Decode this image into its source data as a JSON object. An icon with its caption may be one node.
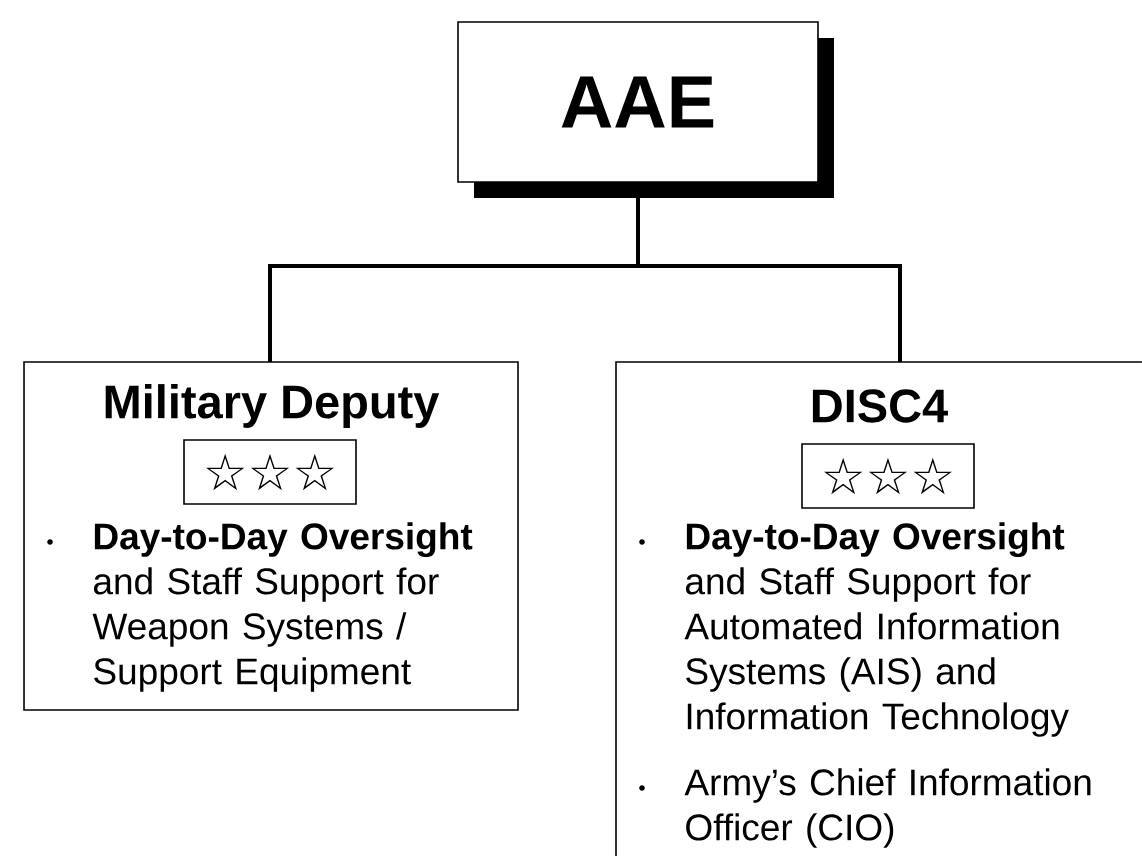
{
  "diagram": {
    "nodes": [
      {
        "text": [
          "AAE"
        ]
      },
      {
        "text": [
          "Military Deputy",
          "**Day-to-Day Oversight** and Staff Support for Weapon Systems / Support Equipment"
        ]
      },
      {
        "text": [
          "☆☆☆"
        ],
        "in": 1
      },
      {
        "text": [
          "DISC4",
          "**Day-to-Day Oversight** and Staff Support for Automated Information Systems (AIS) and Information Technology",
          "Army’s Chief Information Officer (CIO)"
        ]
      },
      {
        "text": [
          "☆☆☆"
        ],
        "in": 3
      }
    ],
    "edges": [
      {
        "from": 0,
        "to": 1,
        "arrow": "none"
      },
      {
        "from": 0,
        "to": 3,
        "arrow": "none"
      }
    ]
  }
}
